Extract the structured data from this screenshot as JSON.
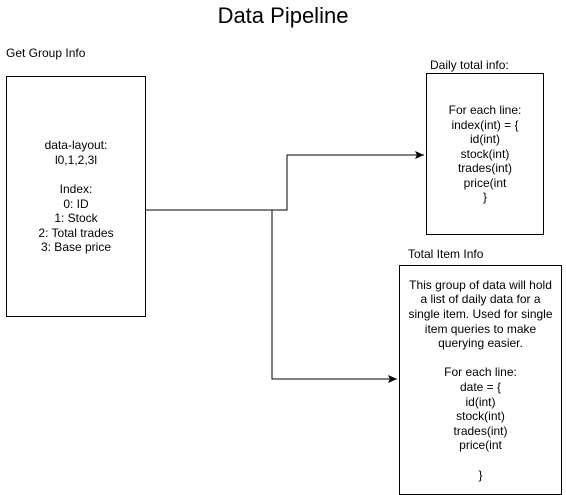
{
  "title": "Data Pipeline",
  "group_info": {
    "label": "Get Group Info",
    "lines": [
      "data-layout:",
      "l0,1,2,3l",
      "",
      "Index:",
      "0: ID",
      "1: Stock",
      "2: Total trades",
      "3: Base price"
    ]
  },
  "daily_info": {
    "label": "Daily total info:",
    "lines": [
      "For each line:",
      "index(int) = {",
      "id(int)",
      "stock(int)",
      "trades(int)",
      "price(int",
      "}"
    ]
  },
  "total_item_info": {
    "label": "Total Item Info",
    "description": "This group of data will hold a list of daily data for a single item. Used for single item queries to make querying easier.",
    "lines": [
      "",
      "For each line:",
      "date = {",
      "id(int)",
      "stock(int)",
      "trades(int)",
      "price(int",
      "",
      "}"
    ]
  }
}
